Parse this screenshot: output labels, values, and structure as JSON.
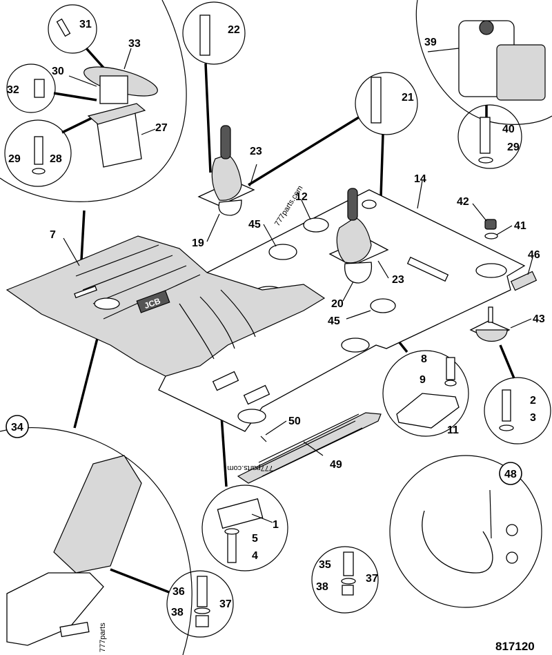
{
  "diagram": {
    "reference_number": "817120",
    "watermarks": [
      "777parts.com",
      "777parts.com",
      "777parts"
    ],
    "callouts": {
      "c1": "1",
      "c2": "2",
      "c3": "3",
      "c4": "4",
      "c5": "5",
      "c7": "7",
      "c8": "8",
      "c9": "9",
      "c11": "11",
      "c12": "12",
      "c14": "14",
      "c19": "19",
      "c20": "20",
      "c21": "21",
      "c22": "22",
      "c23a": "23",
      "c23b": "23",
      "c27": "27",
      "c28": "28",
      "c29a": "29",
      "c29b": "29",
      "c30": "30",
      "c31": "31",
      "c32": "32",
      "c33": "33",
      "c34": "34",
      "c35": "35",
      "c36": "36",
      "c37a": "37",
      "c37b": "37",
      "c38a": "38",
      "c38b": "38",
      "c39": "39",
      "c40": "40",
      "c41": "41",
      "c42": "42",
      "c43": "43",
      "c45a": "45",
      "c45b": "45",
      "c46": "46",
      "c48": "48",
      "c49": "49",
      "c50": "50"
    },
    "logo_text": "JCB"
  }
}
